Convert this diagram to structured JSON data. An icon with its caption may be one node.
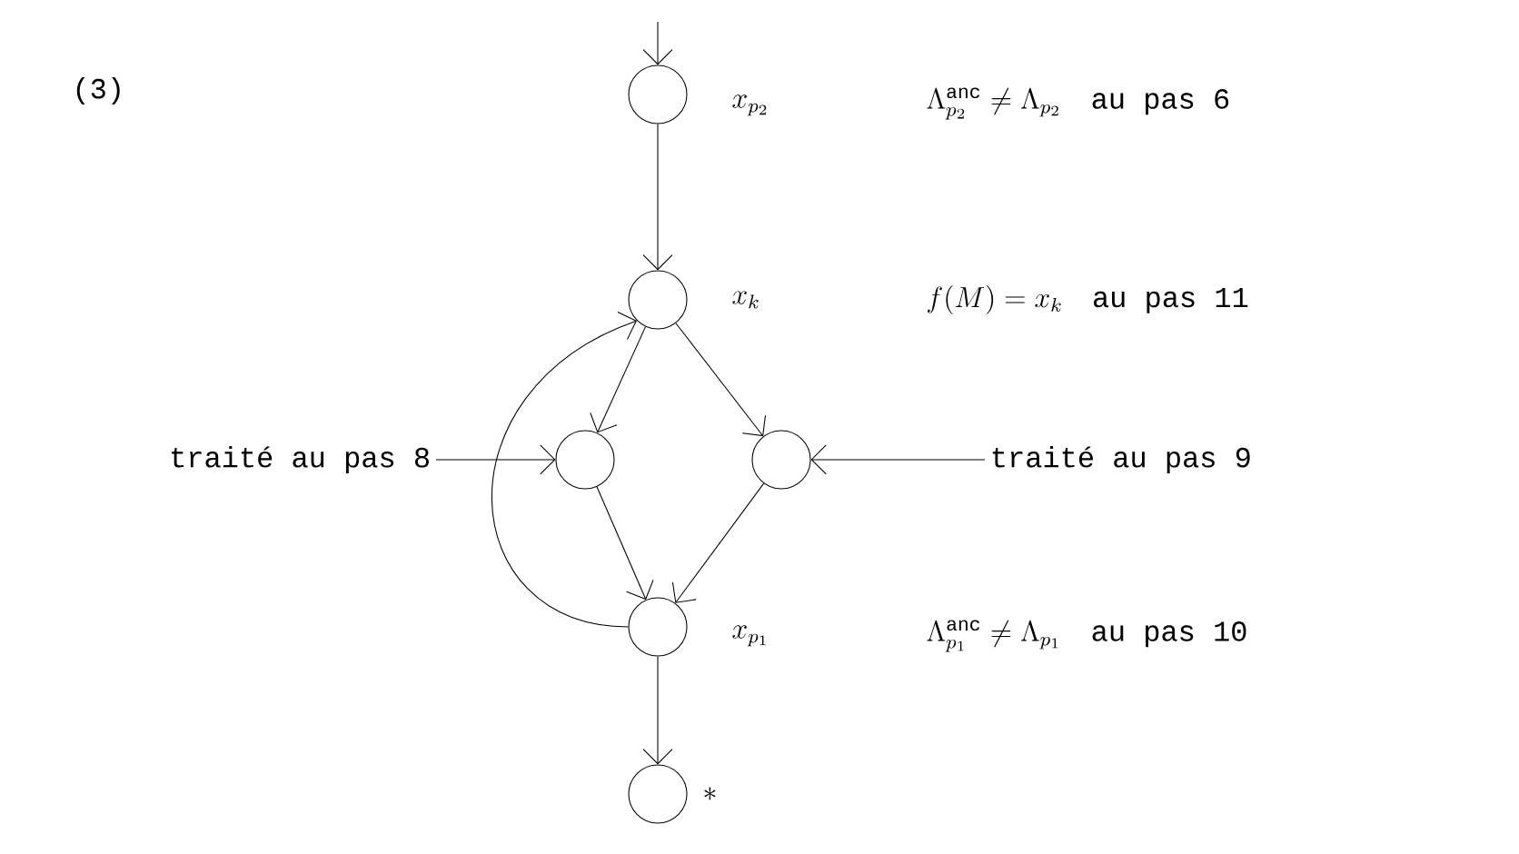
{
  "diagram": {
    "nodes": [
      {
        "text": [],
        "shape": "circle",
        "beside": [
          "x_{p_2}"
        ]
      },
      {
        "text": [],
        "shape": "circle",
        "beside": [
          "x_k"
        ]
      },
      {
        "text": [],
        "shape": "circle"
      },
      {
        "text": [],
        "shape": "circle"
      },
      {
        "text": [],
        "shape": "circle",
        "beside": [
          "x_{p_1}"
        ]
      },
      {
        "text": [],
        "shape": "circle",
        "beside": [
          "*"
        ]
      },
      {
        "text": [
          "traité au pas 8"
        ]
      },
      {
        "text": [
          "traité au pas 9"
        ]
      }
    ],
    "edges": [
      {
        "from": null,
        "to": 0,
        "arrow": "to"
      },
      {
        "from": 0,
        "to": 1,
        "arrow": "to"
      },
      {
        "from": 1,
        "to": 2,
        "arrow": "to"
      },
      {
        "from": 1,
        "to": 3,
        "arrow": "to"
      },
      {
        "from": 2,
        "to": 4,
        "arrow": "to"
      },
      {
        "from": 3,
        "to": 4,
        "arrow": "to"
      },
      {
        "from": 4,
        "to": 1,
        "arrow": "to"
      },
      {
        "from": 4,
        "to": 5,
        "arrow": "to"
      },
      {
        "from": 6,
        "to": 2,
        "arrow": "to"
      },
      {
        "from": 7,
        "to": 3,
        "arrow": "to"
      }
    ],
    "labels": [
      "(3)",
      "\\Lambda^{\\mathrm{anc}}_{p_2} \\neq \\Lambda_{p_2} \\quad \\mbox{au pas 6}",
      "f(M) = x_k \\quad \\mbox{au pas 11}",
      "\\Lambda^{\\mathrm{anc}}_{p_1} \\neq \\Lambda_{p_1} \\quad \\mbox{au pas 10}"
    ]
  }
}
